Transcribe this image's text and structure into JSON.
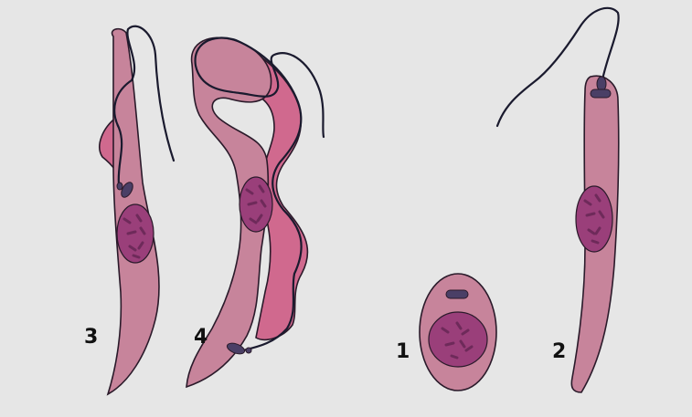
{
  "colors": {
    "background": "#e6e6e6",
    "cell_body": "#c7849b",
    "cell_outline": "#2a1a2a",
    "membrane": "#d0698e",
    "nucleus": "#9a3f7a",
    "chromatin": "#6e2a5a",
    "kinetoplast": "#4a3f66",
    "flagellum": "#1a1a2e"
  },
  "labels": {
    "form1": "1",
    "form2": "2",
    "form3": "3",
    "form4": "4"
  }
}
